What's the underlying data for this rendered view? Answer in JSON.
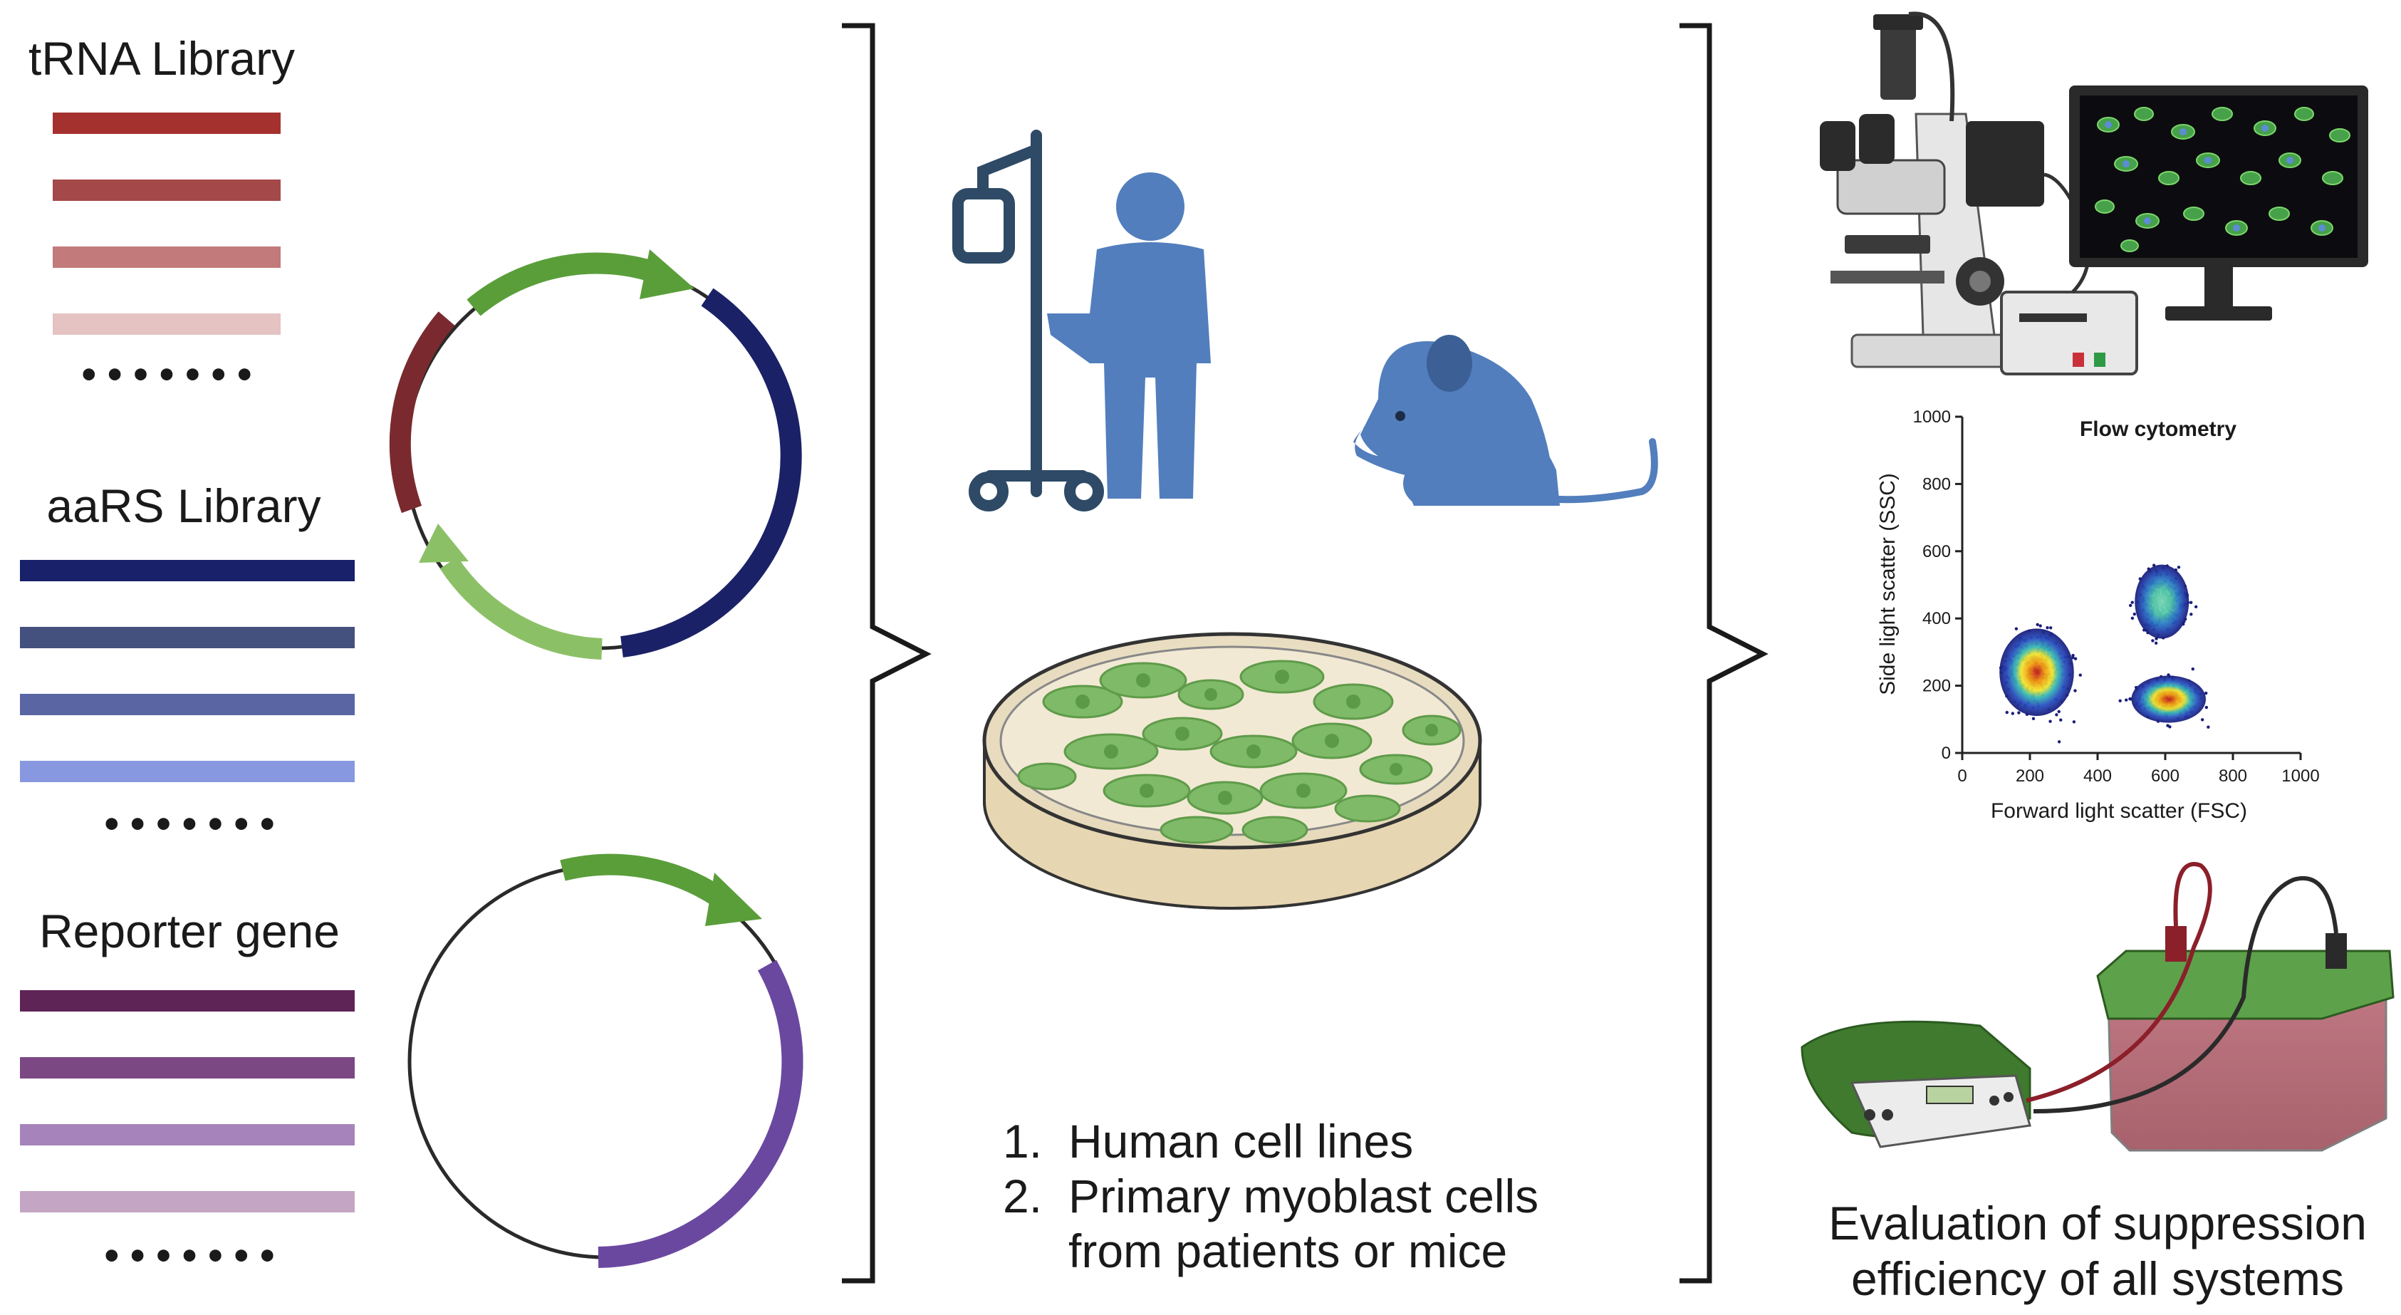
{
  "left_panel": {
    "trna": {
      "title": "tRNA Library",
      "bar_colors": [
        "#a5312f",
        "#a4484a",
        "#c27a7a",
        "#e4c3c2"
      ],
      "ellipsis": "• • • • • • •"
    },
    "aars": {
      "title": "aaRS Library",
      "bar_colors": [
        "#18216a",
        "#44507e",
        "#5a66a4",
        "#8898e0"
      ],
      "ellipsis": "• • • • • • •"
    },
    "reporter": {
      "title": "Reporter gene",
      "bar_colors": [
        "#5f2456",
        "#7b4884",
        "#a684bb",
        "#c4a5c4"
      ],
      "ellipsis": "• • • • • • •"
    },
    "plasmid_1_colors": {
      "green": "#5a9e3a",
      "navy": "#1a2166",
      "red": "#7a2a2e",
      "light_green": "#8cc067"
    },
    "plasmid_2_colors": {
      "green": "#5a9e3a",
      "purple": "#6a48a0",
      "backbone": "#2a2a2a"
    }
  },
  "middle_panel": {
    "icon_color": "#527ebd",
    "iv_pole_color": "#2e4a66",
    "list": [
      {
        "number": "1.",
        "text": "Human cell lines"
      },
      {
        "number": "2.",
        "text": "Primary myoblast cells"
      },
      {
        "number": "",
        "text": "from patients or mice"
      }
    ]
  },
  "right_panel": {
    "flow_cytometry": {
      "title": "Flow cytometry",
      "xlabel": "Forward light scatter (FSC)",
      "ylabel": "Side light scatter (SSC)",
      "x_ticks": [
        "0",
        "200",
        "400",
        "600",
        "800",
        "1000"
      ],
      "y_ticks": [
        "0",
        "200",
        "400",
        "600",
        "800",
        "1000"
      ]
    },
    "caption_line1": "Evaluation of suppression",
    "caption_line2": "efficiency of all systems"
  },
  "chart_data": {
    "type": "scatter",
    "title": "Flow cytometry",
    "xlabel": "Forward light scatter (FSC)",
    "ylabel": "Side light scatter (SSC)",
    "xlim": [
      0,
      1000
    ],
    "ylim": [
      0,
      1000
    ],
    "series": [
      {
        "center_x": 220,
        "center_y": 240,
        "spread_x": 110,
        "spread_y": 130
      },
      {
        "center_x": 590,
        "center_y": 450,
        "spread_x": 80,
        "spread_y": 110
      },
      {
        "center_x": 610,
        "center_y": 160,
        "spread_x": 110,
        "spread_y": 70
      }
    ]
  }
}
